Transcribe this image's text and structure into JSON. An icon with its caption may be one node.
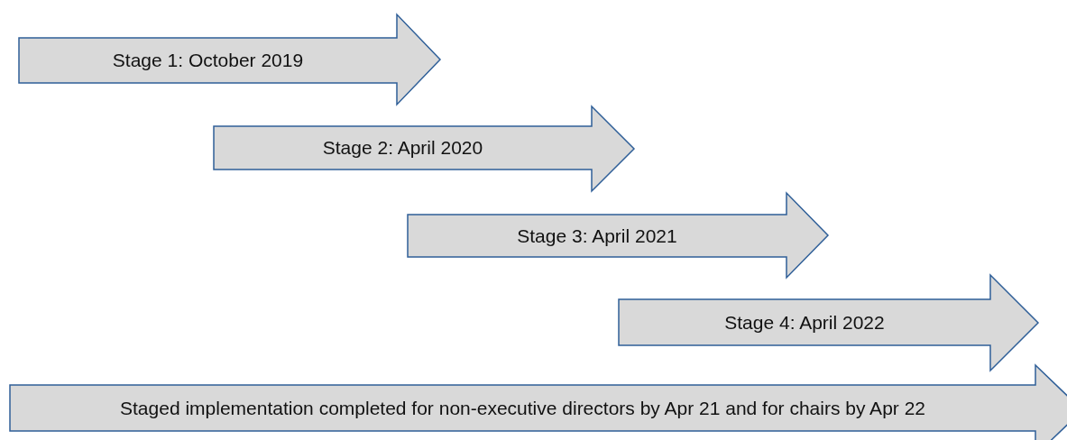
{
  "diagram": {
    "nodes": [
      {
        "text": [
          "Stage 1: October 2019"
        ]
      },
      {
        "text": [
          "Stage 2: April 2020"
        ]
      },
      {
        "text": [
          "Stage 3: April 2021"
        ]
      },
      {
        "text": [
          "Stage 4: April 2022"
        ]
      },
      {
        "text": [
          "Staged implementation completed for non-executive directors by Apr 21 and for chairs by Apr 22"
        ]
      }
    ]
  }
}
